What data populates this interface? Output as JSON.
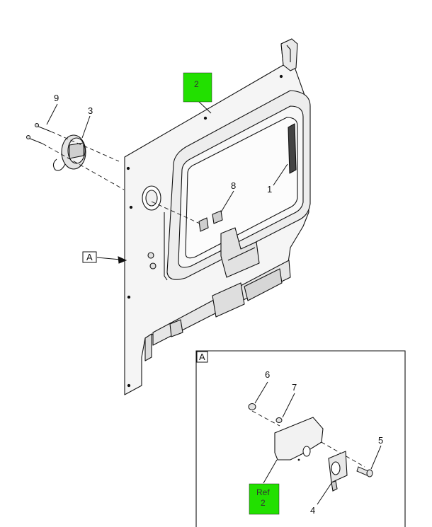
{
  "callouts": {
    "c1": "1",
    "c2_top": "2",
    "c3": "3",
    "c4": "4",
    "c5": "5",
    "c6": "6",
    "c7": "7",
    "c8": "8",
    "c9": "9"
  },
  "view_labels": {
    "main_ref": "A",
    "detail_box": "A"
  },
  "detail_ref": {
    "line1": "Ref",
    "line2": "2"
  },
  "colors": {
    "highlight": "#22e000",
    "line": "#111111",
    "panel_fill": "#f4f4f4"
  }
}
